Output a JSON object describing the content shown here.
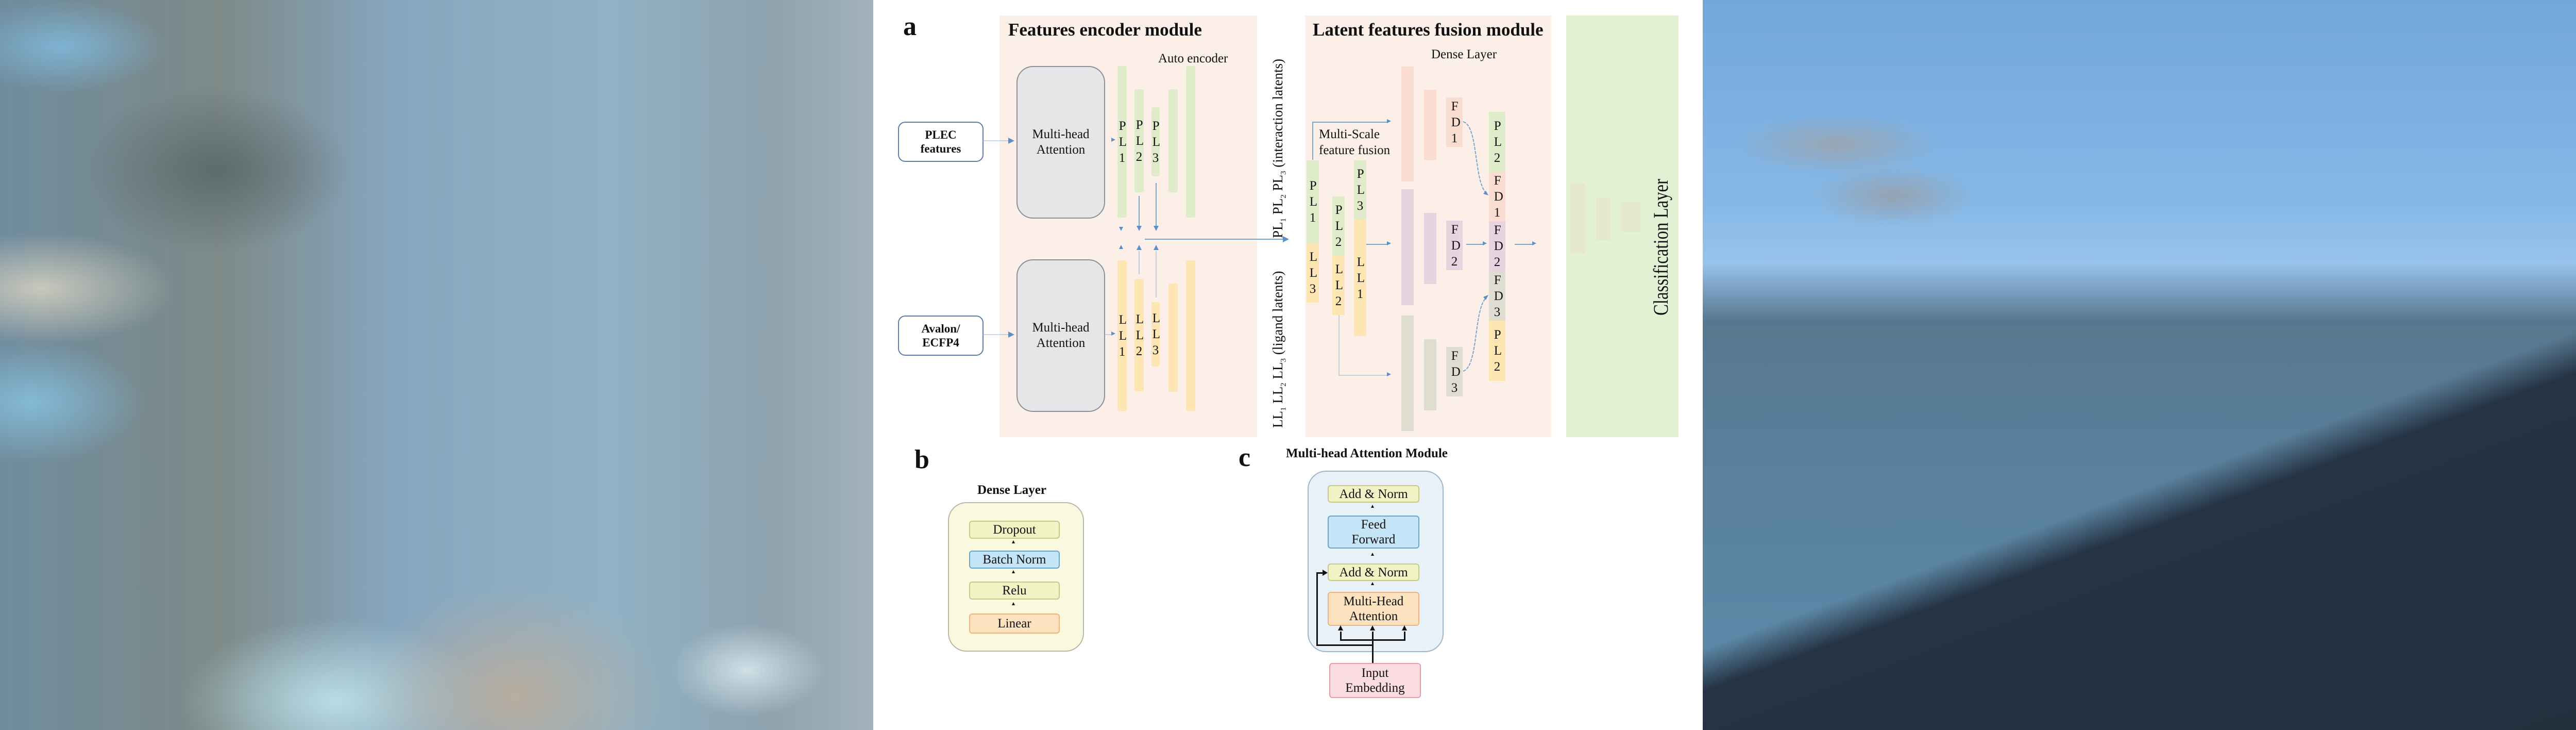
{
  "figure": {
    "panel_a": {
      "letter": "a",
      "encoder_module": {
        "title": "Features encoder module",
        "auto_encoder_label": "Auto encoder",
        "inputs": [
          {
            "label_line1": "PLEC",
            "label_line2": "features"
          },
          {
            "label_line1": "Avalon/",
            "label_line2": "ECFP4"
          }
        ],
        "attention_blocks": [
          {
            "line1": "Multi-head",
            "line2": "Attention"
          },
          {
            "line1": "Multi-head",
            "line2": "Attention"
          }
        ],
        "protein_layers": [
          "PL1",
          "PL2",
          "PL3"
        ],
        "ligand_layers": [
          "LL1",
          "LL2",
          "LL3"
        ]
      },
      "latent_labels": {
        "interaction": {
          "prefix": "PL",
          "subs": [
            "1",
            "2",
            "3"
          ],
          "suffix": "(interaction latents)"
        },
        "ligand": {
          "prefix": "LL",
          "subs": [
            "1",
            "2",
            "3"
          ],
          "suffix": "(ligand latents)"
        }
      },
      "fusion_module": {
        "title": "Latent features fusion module",
        "dense_layer_label": "Dense Layer",
        "multiscale_label_line1": "Multi-Scale",
        "multiscale_label_line2": "feature fusion",
        "fused_columns": [
          {
            "top": "PL1",
            "bottom": "LL3"
          },
          {
            "top": "PL2",
            "bottom": "LL2"
          },
          {
            "top": "PL3",
            "bottom": "LL1"
          }
        ],
        "dense_outputs": [
          "FD1",
          "FD2",
          "FD3"
        ],
        "concat_stack": [
          "PL2",
          "FD1",
          "FD2",
          "FD3",
          "PL2"
        ]
      },
      "classification": {
        "title": "Classification Layer"
      }
    },
    "panel_b": {
      "letter": "b",
      "title": "Dense Layer",
      "blocks": [
        "Dropout",
        "Batch Norm",
        "Relu",
        "Linear"
      ]
    },
    "panel_c": {
      "letter": "c",
      "title": "Multi-head Attention Module",
      "blocks": [
        {
          "line1": "Add & Norm",
          "line2": ""
        },
        {
          "line1": "Feed",
          "line2": "Forward"
        },
        {
          "line1": "Add & Norm",
          "line2": ""
        },
        {
          "line1": "Multi-Head",
          "line2": "Attention"
        }
      ],
      "input": {
        "line1": "Input",
        "line2": "Embedding"
      }
    }
  },
  "colors": {
    "module_bg": "#fbefe8",
    "classification_bg": "#e2f0d4",
    "protein_green": "#dfecc9",
    "ligand_yellow": "#fde6b4",
    "fd1_pink": "#fadcd0",
    "fd2_purple": "#e7d4e0",
    "fd3_gray": "#deddd0",
    "arrow_blue": "#5b8fc6"
  }
}
